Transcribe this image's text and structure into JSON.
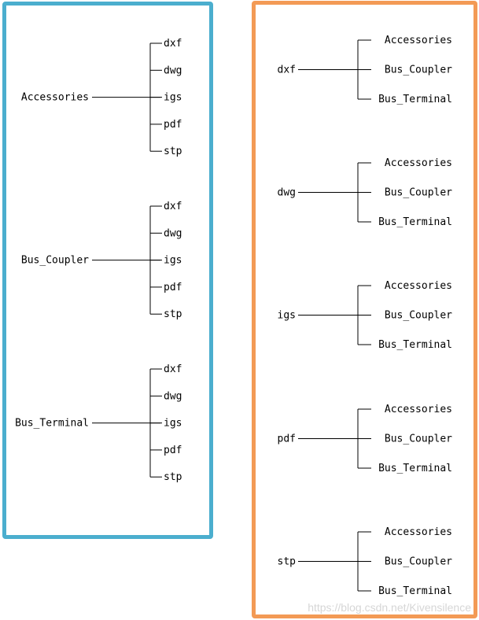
{
  "left_panel": {
    "border_color": "#4baece",
    "groups": [
      {
        "root": "Accessories",
        "children": [
          "dxf",
          "dwg",
          "igs",
          "pdf",
          "stp"
        ]
      },
      {
        "root": "Bus_Coupler",
        "children": [
          "dxf",
          "dwg",
          "igs",
          "pdf",
          "stp"
        ]
      },
      {
        "root": "Bus_Terminal",
        "children": [
          "dxf",
          "dwg",
          "igs",
          "pdf",
          "stp"
        ]
      }
    ]
  },
  "right_panel": {
    "border_color": "#f39a55",
    "groups": [
      {
        "root": "dxf",
        "children": [
          "Accessories",
          "Bus_Coupler",
          "Bus_Terminal"
        ]
      },
      {
        "root": "dwg",
        "children": [
          "Accessories",
          "Bus_Coupler",
          "Bus_Terminal"
        ]
      },
      {
        "root": "igs",
        "children": [
          "Accessories",
          "Bus_Coupler",
          "Bus_Terminal"
        ]
      },
      {
        "root": "pdf",
        "children": [
          "Accessories",
          "Bus_Coupler",
          "Bus_Terminal"
        ]
      },
      {
        "root": "stp",
        "children": [
          "Accessories",
          "Bus_Coupler",
          "Bus_Terminal"
        ]
      }
    ]
  },
  "watermark": "https://blog.csdn.net/Kivensilence"
}
